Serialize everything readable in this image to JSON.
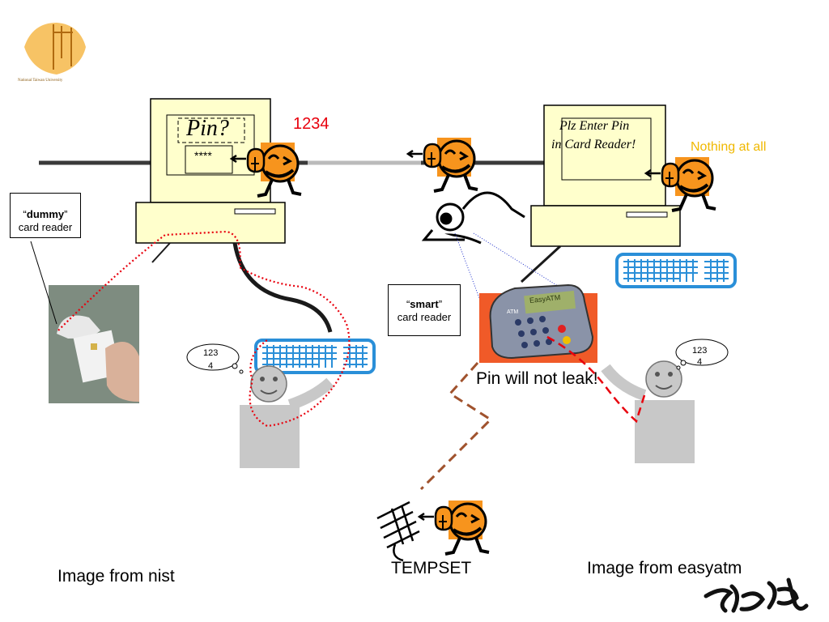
{
  "logo": {
    "caption": "National Taiwan University"
  },
  "left_pc": {
    "prompt": "Pin?",
    "masked_pin": "****",
    "typed_pin": "1234"
  },
  "right_pc": {
    "message_line1": "Plz Enter Pin",
    "message_line2": "in Card Reader!",
    "observation": "Nothing at all"
  },
  "dummy_label": {
    "word": "dummy",
    "rest": "card reader"
  },
  "smart_label": {
    "word": "smart",
    "rest": "card reader"
  },
  "thought_left": {
    "line1": "123",
    "line2": "4"
  },
  "thought_right": {
    "line1": "123",
    "line2": "4"
  },
  "device_screen": "EasyATM",
  "device_brand": "ATM",
  "no_leak": "Pin will not leak!",
  "tempest": "TEMPSET",
  "credit_left": "Image from nist",
  "credit_right": "Image from easyatm",
  "colors": {
    "attack_red": "#e8000d",
    "safe_yellow": "#f0b800",
    "spy_orange": "#f7941d",
    "monitor_fill": "#ffffcc",
    "keyboard_blue": "#2a8fd8",
    "person_gray": "#c8c8c8",
    "radio_path": "#a0522d"
  }
}
